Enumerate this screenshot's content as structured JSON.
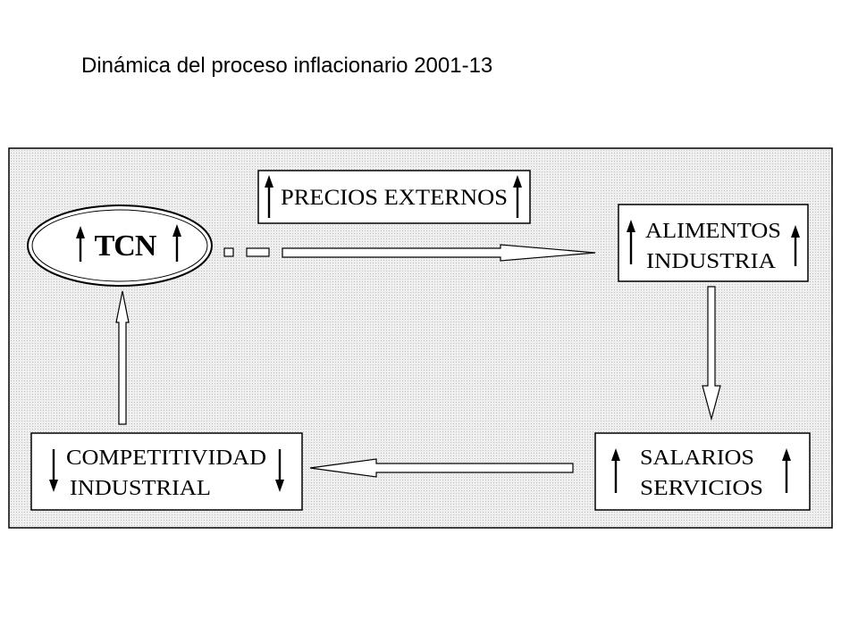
{
  "title": "Dinámica del proceso inflacionario 2001-13",
  "diagram": {
    "tcn": {
      "label": "TCN",
      "left_arrow": "up",
      "right_arrow": "up"
    },
    "precios": {
      "label": "PRECIOS EXTERNOS",
      "left_arrow": "up",
      "right_arrow": "up"
    },
    "alimentos": {
      "line1": "ALIMENTOS",
      "line2": "INDUSTRIA",
      "left_arrow": "up",
      "right_arrow": "up"
    },
    "salarios": {
      "line1": "SALARIOS",
      "line2": "SERVICIOS",
      "left_arrow": "up",
      "right_arrow": "up"
    },
    "competitividad": {
      "line1": "COMPETITIVIDAD",
      "line2": "INDUSTRIAL",
      "left_arrow": "down",
      "right_arrow": "down"
    }
  },
  "colors": {
    "panel_fill": "#e9e9e9",
    "box_fill": "#ffffff",
    "stroke": "#000000"
  }
}
